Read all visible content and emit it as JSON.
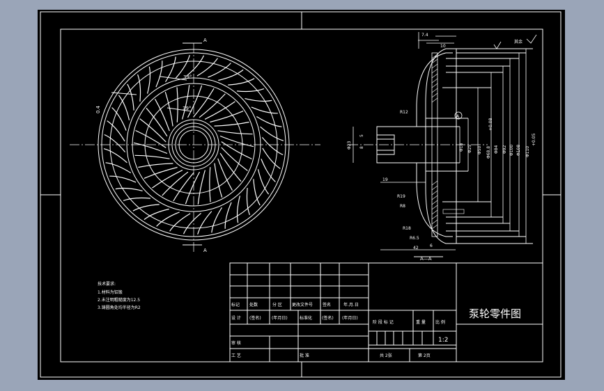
{
  "drawing": {
    "title": "泵轮零件图",
    "scale": "1:2",
    "sheet_total": "共 2张",
    "sheet_no": "第 2页",
    "section_mark": "A",
    "section_label": "A—A"
  },
  "dimensions": {
    "d74": "7.4",
    "d10": "10",
    "r12": "R12",
    "r19": "R19",
    "r8": "R8",
    "r18": "R18",
    "r65": "R6.5",
    "w42": "42",
    "w19": "19",
    "w6": "6",
    "d23": "Φ23",
    "d5": "5",
    "d8": "8",
    "d18": "Φ18",
    "d25": "Φ25",
    "d50": "Φ50",
    "d68": "Φ68.8",
    "d84": "Φ84",
    "d92": "Φ92",
    "d100": "Φ100",
    "d108": "Φ108",
    "d110": "Φ110",
    "tol": "+0.05",
    "tol2": "+0.08",
    "angle1": "39°",
    "angle2": "39°",
    "t04": "0.4",
    "datum": "A",
    "rough": "其余"
  },
  "notes": {
    "heading": "技术要求:",
    "lines": [
      "1.材料为铝锻",
      "2.未注明粗糙度为12.5",
      "3.铸圆角处均半径为R2"
    ]
  },
  "title_block": {
    "row_a": [
      "标记",
      "处数",
      "分 区",
      "更改文件号",
      "签名",
      "年.月.日"
    ],
    "row_b": [
      "设 计",
      "(签名)",
      "(年月日)",
      "标准化",
      "(签名)",
      "(年月日)"
    ],
    "row_c": [
      "审 核"
    ],
    "row_d": [
      "工 艺",
      "批 准"
    ],
    "stage_headers": [
      "阶 段 标 记",
      "重 量",
      "比 例"
    ]
  }
}
